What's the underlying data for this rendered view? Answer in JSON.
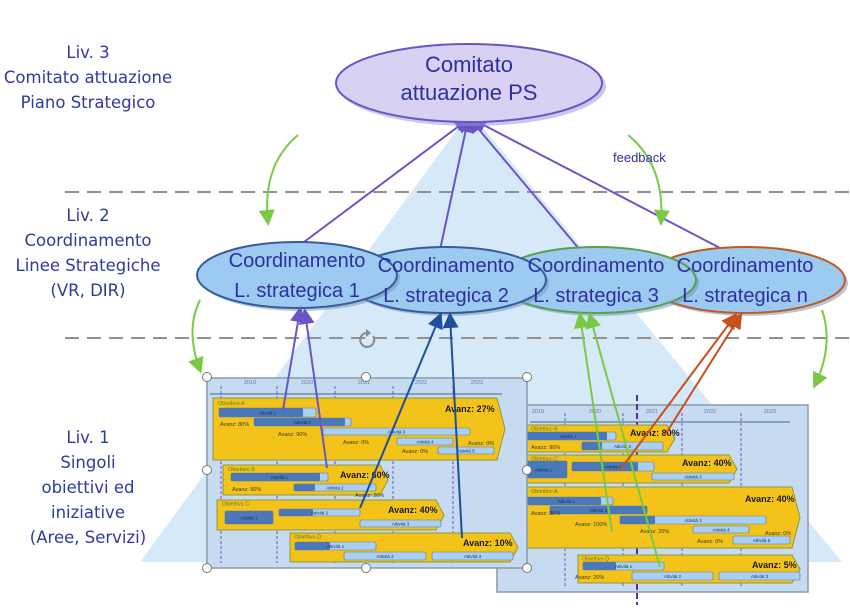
{
  "levels": [
    {
      "lines": [
        "Liv. 3",
        "Comitato attuazione",
        "Piano Strategico"
      ]
    },
    {
      "lines": [
        "Liv. 2",
        "Coordinamento",
        "Linee Strategiche",
        "(VR, DIR)"
      ]
    },
    {
      "lines": [
        "Liv. 1",
        "Singoli",
        "obiettivi ed",
        "iniziative",
        "(Aree, Servizi)"
      ]
    }
  ],
  "committee": {
    "line1": "Comitato",
    "line2": "attuazione PS"
  },
  "feedback_label": "feedback",
  "coordination": [
    {
      "line1": "Coordinamento",
      "line2": "L. strategica 1",
      "border": "#3a5a9a"
    },
    {
      "line1": "Coordinamento",
      "line2": "L. strategica 2",
      "border": "#3a5a9a"
    },
    {
      "line1": "Coordinamento",
      "line2": "L. strategica 3",
      "border": "#5aa050"
    },
    {
      "line1": "Coordinamento",
      "line2": "L. strategica n",
      "border": "#c05a20"
    }
  ],
  "colors": {
    "triangle": "#d6e9f8",
    "ellipse_fill": "#9ccaf0",
    "committee_fill": "#d9d1f2",
    "text": "#2f2fa0",
    "gantt_bg": "#c6daf0",
    "objective": "#f4c31a",
    "activity_light": "#a9d0f0",
    "activity_dark": "#4a78b8",
    "green": "#7ac943",
    "purple": "#6a55c8",
    "blue": "#1f4f9a",
    "orange": "#c8501e"
  },
  "gantt_left": {
    "years": [
      "2019",
      "2020",
      "2021",
      "2022",
      "2023"
    ],
    "objectives": [
      {
        "name": "Obiettivo A",
        "avanz": "Avanz: 27%",
        "activities": [
          "Attività 1",
          "Attività 2",
          "Attività 3",
          "Attività 4",
          "Attività 5"
        ],
        "progress": [
          "Avanz: 80%",
          "Avanz: 90%",
          "Avanz: 0%",
          "Avanz: 0%",
          "Avanz: 0%"
        ]
      },
      {
        "name": "Obiettivo B",
        "avanz": "Avanz: 60%",
        "activities": [
          "Attività 1",
          "Attività 2"
        ],
        "progress": [
          "Avanz: 90%",
          "Avanz: 20%"
        ]
      },
      {
        "name": "Obiettivo C",
        "avanz": "Avanz: 40%",
        "activities": [
          "Attività 1",
          "Attività 2",
          "Attività 3"
        ],
        "progress": []
      },
      {
        "name": "Obiettivo D",
        "avanz": "Avanz: 10%",
        "activities": [
          "Attività 1",
          "Attività 2",
          "Attività 3"
        ],
        "progress": []
      }
    ]
  },
  "gantt_right": {
    "years": [
      "2019",
      "2020",
      "2021",
      "2022",
      "2023"
    ],
    "objectives": [
      {
        "name": "Obiettivo B",
        "avanz": "Avanz: 80%",
        "activities": [
          "Attività 1",
          "Attività 2"
        ],
        "progress": [
          "Avanz: 90%"
        ]
      },
      {
        "name": "Obiettivo C",
        "avanz": "Avanz: 40%",
        "activities": [
          "Attività 1",
          "Attività 2",
          "Attività 3"
        ],
        "progress": []
      },
      {
        "name": "Obiettivo A",
        "avanz": "Avanz: 40%",
        "activities": [
          "Attività 1",
          "Attività 2",
          "Attività 3",
          "Attività 4",
          "Attività 5"
        ],
        "progress": [
          "Avanz: 80%",
          "Avanz: 100%",
          "Avanz: 20%",
          "Avanz: 0%",
          "Avanz: 0%"
        ]
      },
      {
        "name": "Obiettivo D",
        "avanz": "Avanz: 5%",
        "activities": [
          "Attività 1",
          "Attività 2",
          "Attività 3"
        ],
        "progress": [
          "Avanz: 20%"
        ]
      }
    ]
  }
}
